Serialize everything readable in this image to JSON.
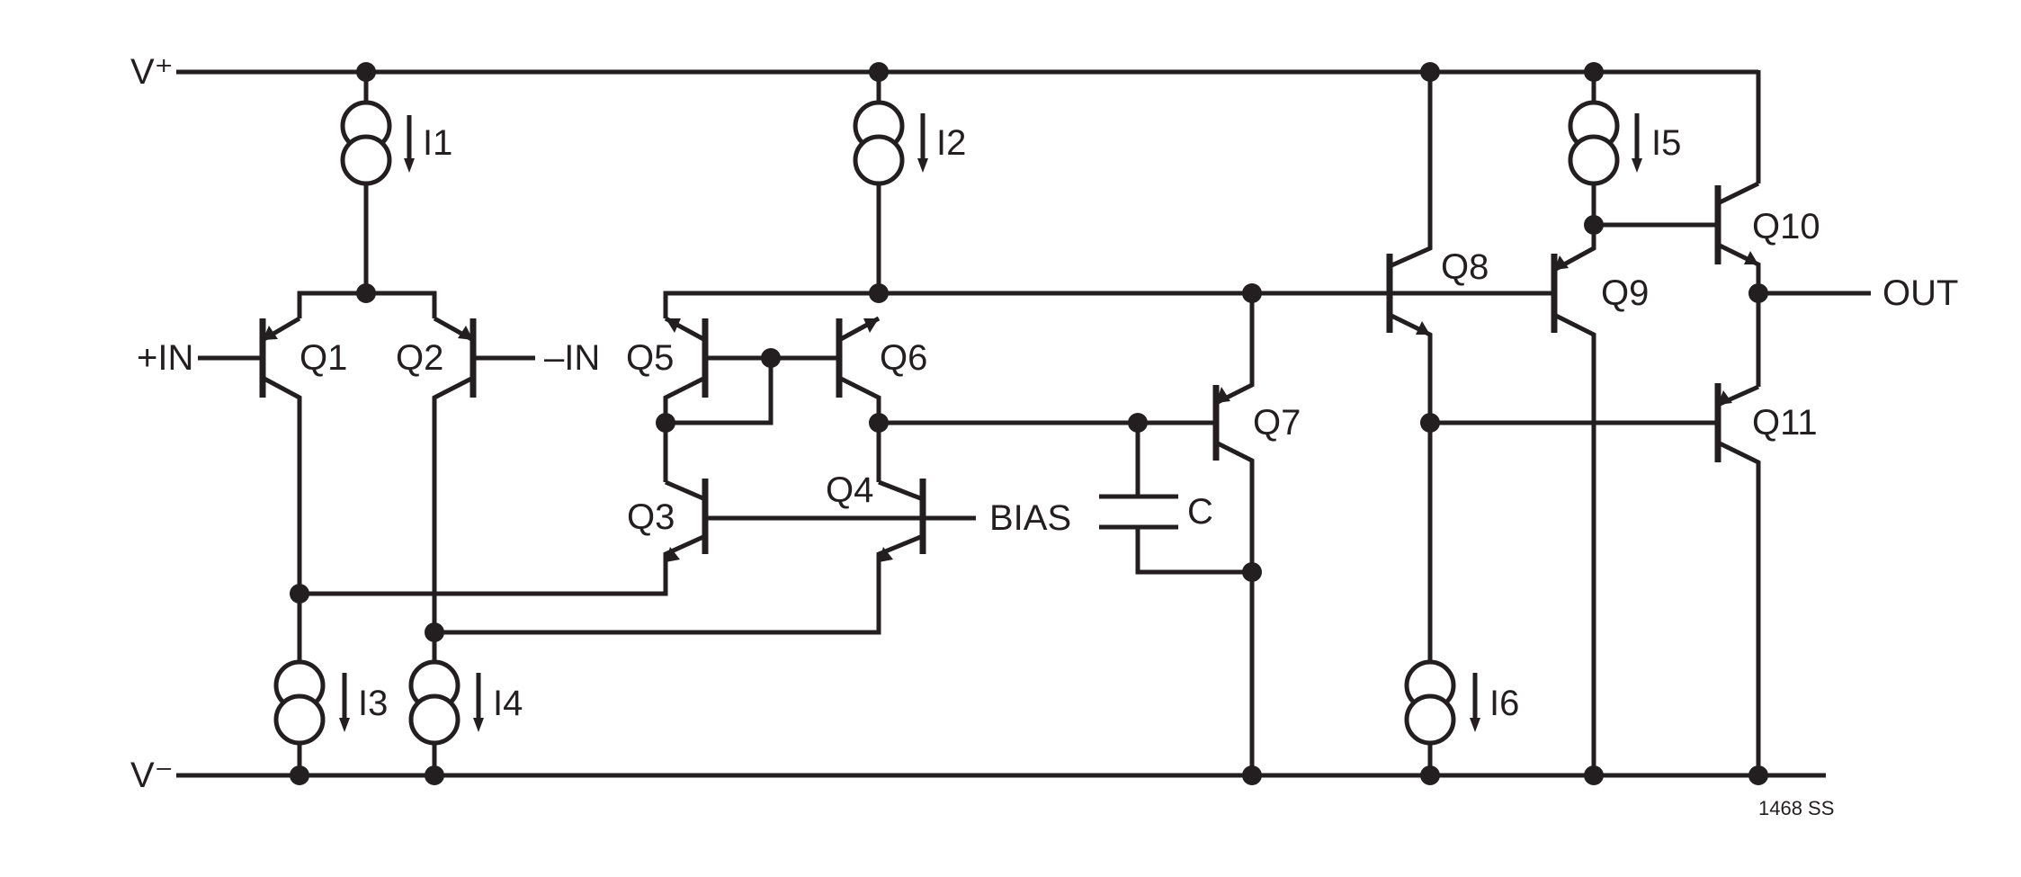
{
  "labels": {
    "v_plus": "V⁺",
    "v_minus": "V⁻",
    "plus_in": "+IN",
    "minus_in": "–IN",
    "out": "OUT",
    "bias": "BIAS",
    "cap": "C",
    "footer": "1468 SS"
  },
  "transistors": [
    "Q1",
    "Q2",
    "Q3",
    "Q4",
    "Q5",
    "Q6",
    "Q7",
    "Q8",
    "Q9",
    "Q10",
    "Q11"
  ],
  "current_sources": [
    "I1",
    "I2",
    "I3",
    "I4",
    "I5",
    "I6"
  ],
  "colors": {
    "ink": "#231f20",
    "background": "#ffffff"
  }
}
